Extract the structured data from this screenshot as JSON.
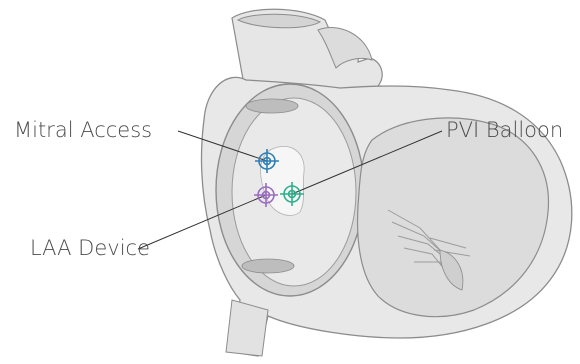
{
  "labels": {
    "mitral_access": "Mitral Access",
    "pvi_balloon": "PVI Balloon",
    "laa_device": "LAA Device"
  },
  "markers": {
    "mitral_access": {
      "color": "#2f7fb5",
      "icon": "crosshair-target-icon"
    },
    "laa_device": {
      "color": "#9a6cc0",
      "icon": "crosshair-target-icon"
    },
    "pvi_balloon": {
      "color": "#2fae8a",
      "icon": "crosshair-target-icon"
    }
  },
  "colors": {
    "tissue_fill": "#e6e6e6",
    "tissue_dark": "#d2d2d2",
    "outline": "#8c8c8c",
    "leader_line": "#333333",
    "label_text": "#4a4a4a"
  }
}
